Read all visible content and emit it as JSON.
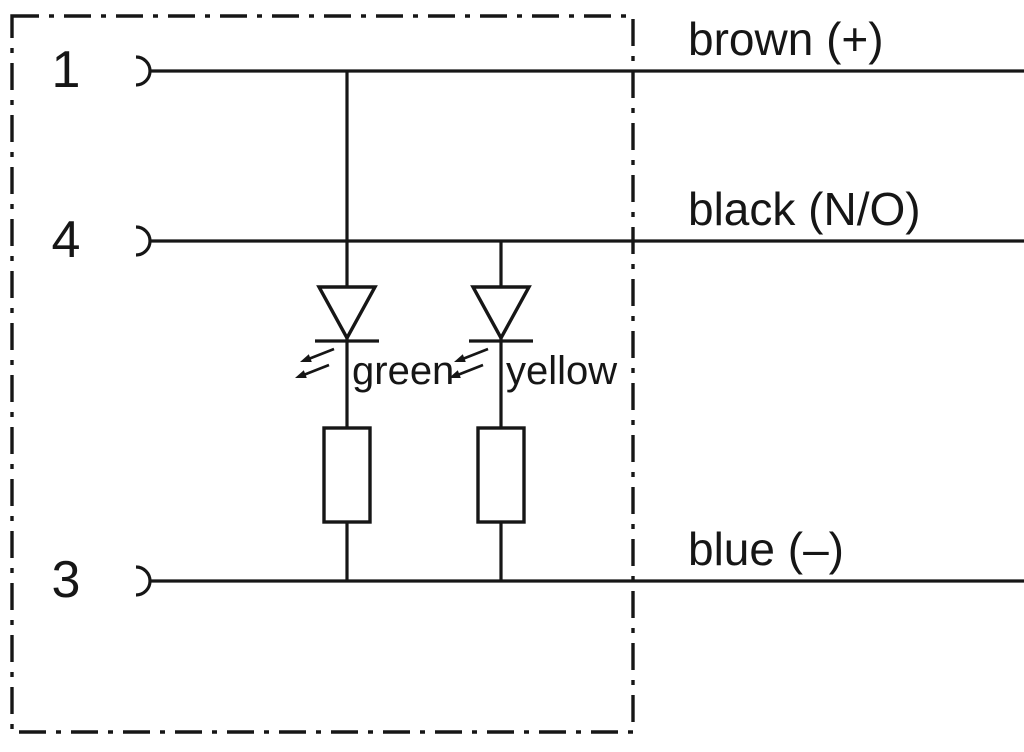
{
  "diagram": {
    "pins": [
      {
        "number": "1",
        "wire_label": "brown (+)"
      },
      {
        "number": "4",
        "wire_label": "black (N/O)"
      },
      {
        "number": "3",
        "wire_label": "blue (–)"
      }
    ],
    "leds": [
      {
        "label": "green"
      },
      {
        "label": "yellow"
      }
    ],
    "icons": {
      "led": "diode-triangle-with-emission-arrows",
      "pin_contact": "socket-contact-arc",
      "resistor": "rectangle-box"
    },
    "colors": {
      "line": "#161616",
      "background": "#ffffff"
    }
  }
}
